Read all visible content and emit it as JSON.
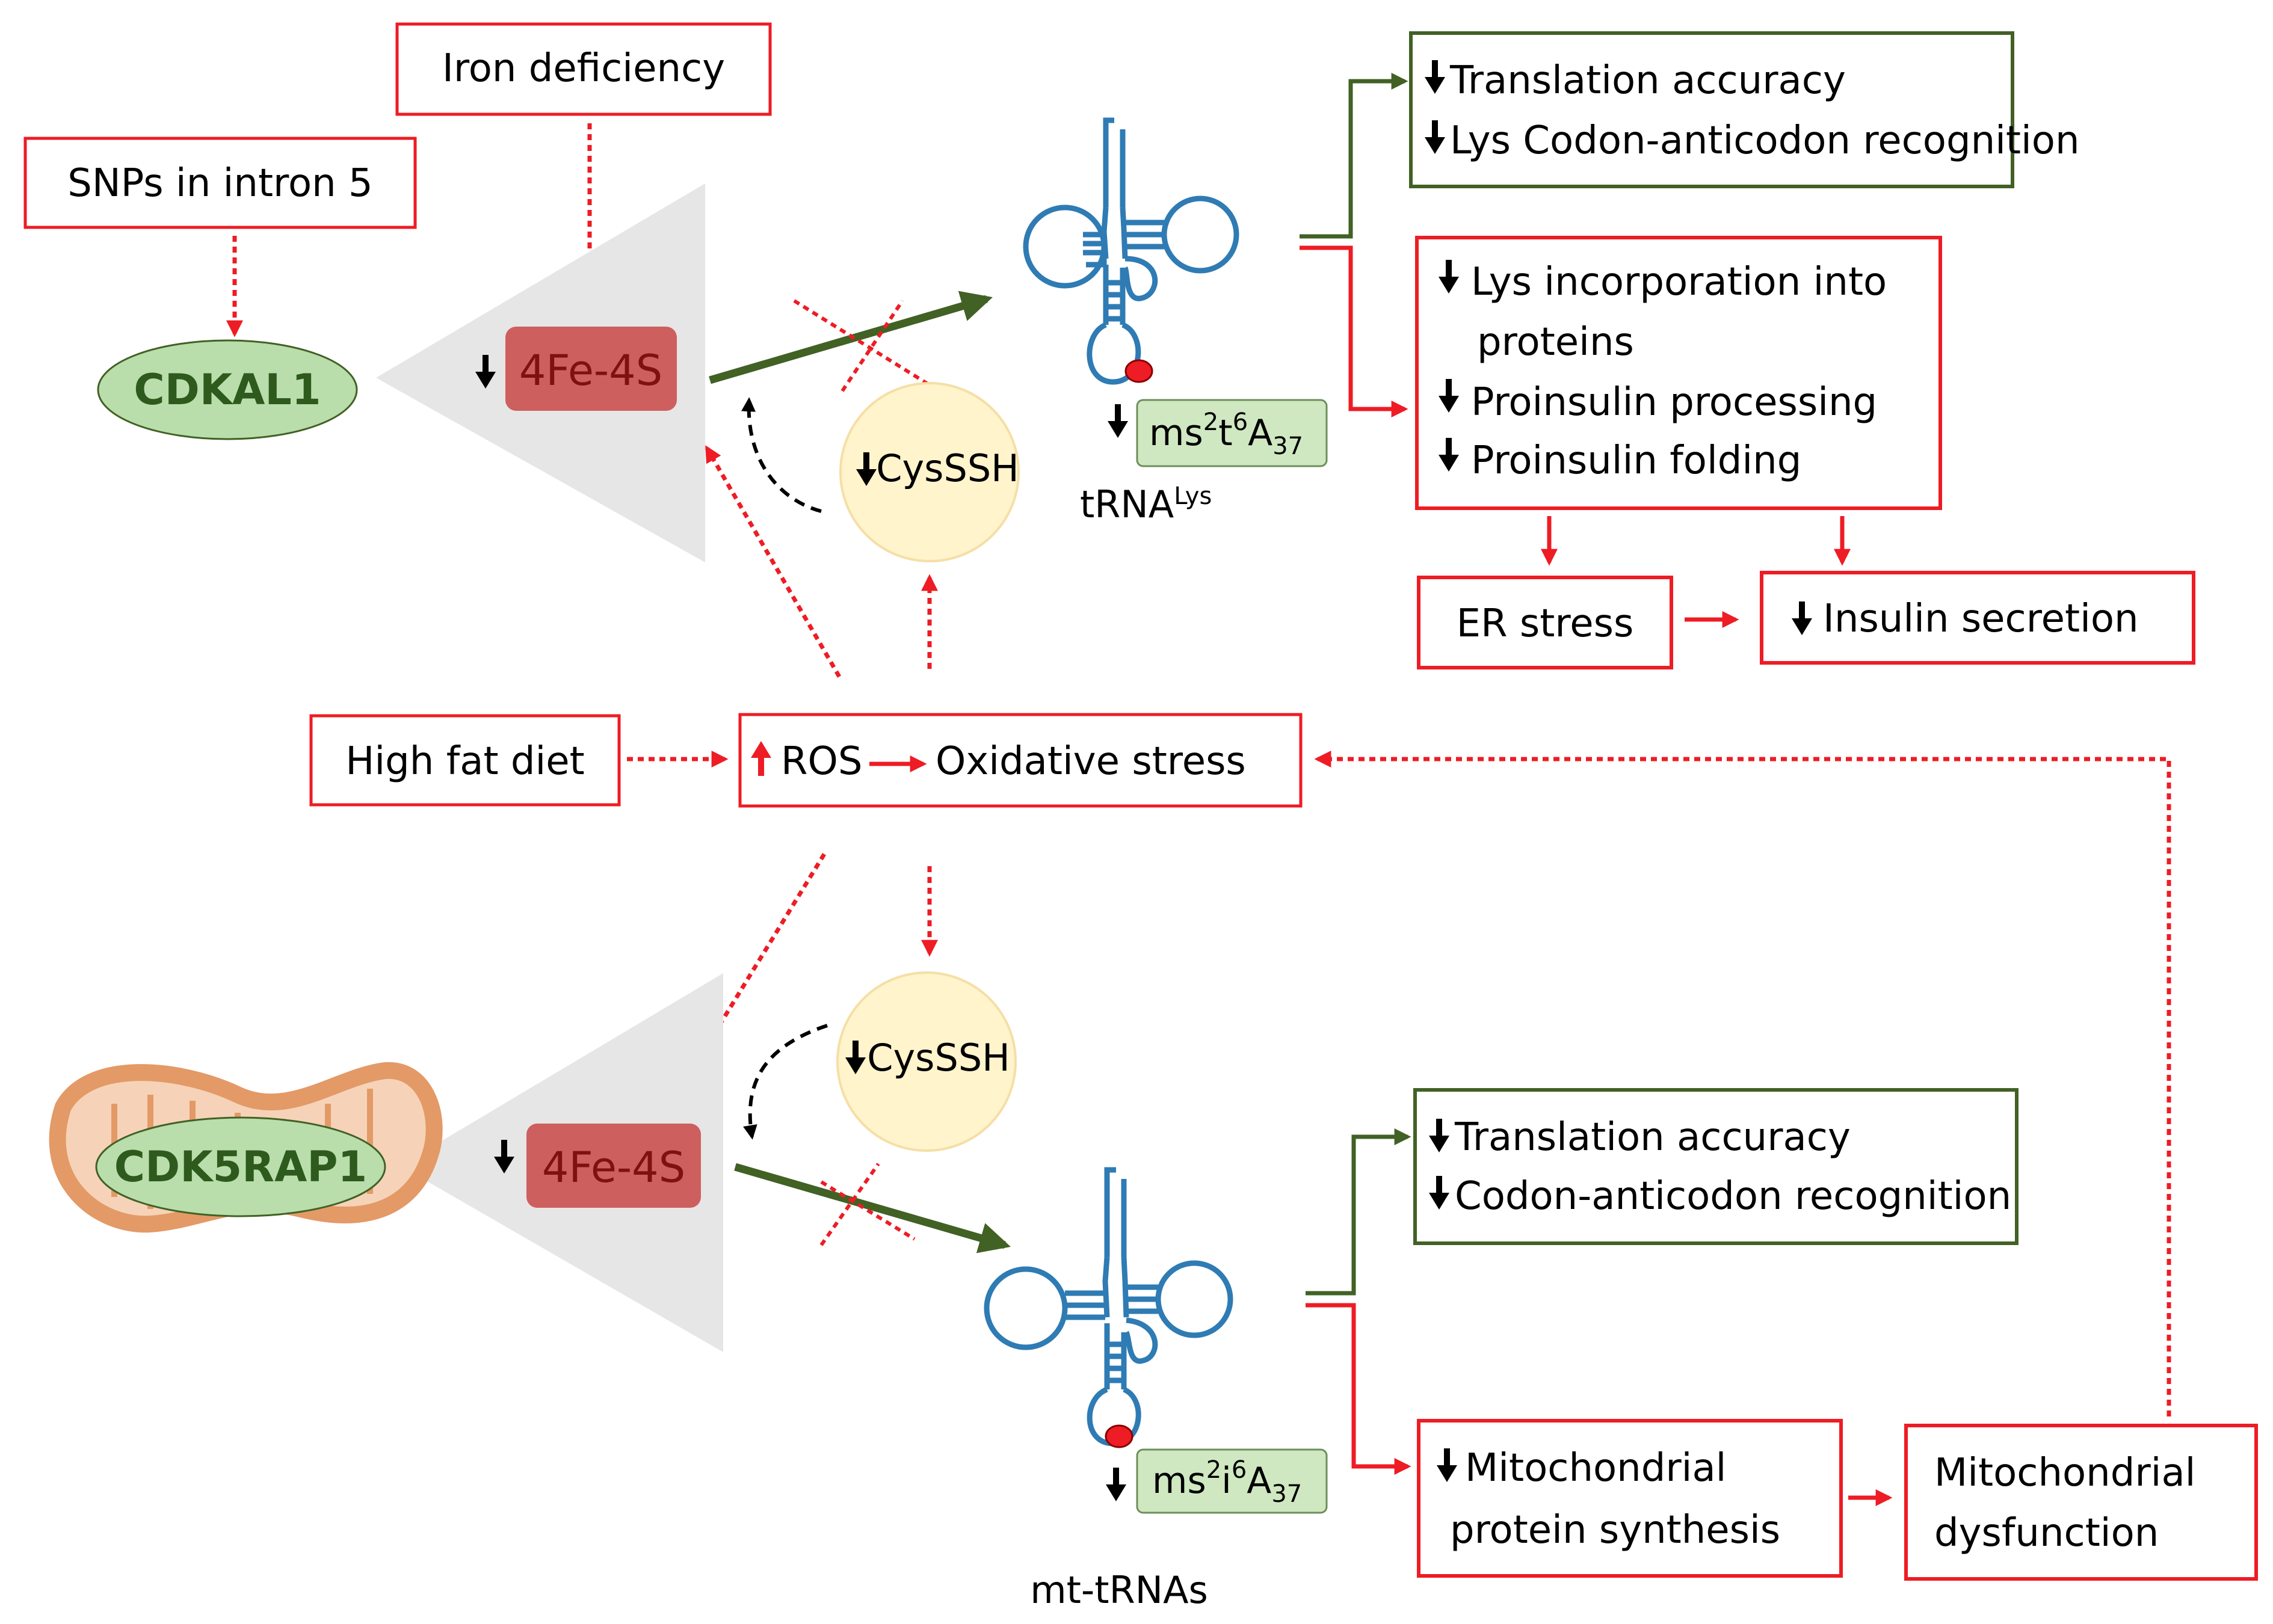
{
  "colors": {
    "red": "#ee1c24",
    "green": "#426125",
    "ellipse_fill": "#b9deac",
    "ellipse_text": "#2e5a1d",
    "cluster_fill": "#cd5f5e",
    "cluster_text": "#7e1210",
    "triangle": "#e6e6e6",
    "cys_fill": "#fff4cc",
    "cys_stroke": "#f5dfa6",
    "trna": "#2f7bb4",
    "mito": "#e39a67"
  },
  "inputs": {
    "iron": "Iron deficiency",
    "snps": "SNPs in intron 5",
    "diet": "High fat diet"
  },
  "genes": {
    "cdkal1": "CDKAL1",
    "cdk5rap1": "CDK5RAP1"
  },
  "cluster": {
    "label": "4Fe-4S"
  },
  "cysssh": {
    "label": "CysSSH"
  },
  "ros": {
    "ros_label": "ROS",
    "stress_label": "Oxidative stress"
  },
  "trna_top": {
    "mod_base": "ms",
    "mod_sup1": "2",
    "mod_mid": "t",
    "mod_sup2": "6",
    "mod_a": "A",
    "mod_sub": "37",
    "name": "tRNA",
    "name_sup": "Lys"
  },
  "trna_bottom": {
    "mod_base": "ms",
    "mod_sup1": "2",
    "mod_mid": "i",
    "mod_sup2": "6",
    "mod_a": "A",
    "mod_sub": "37",
    "name": "mt-tRNAs"
  },
  "effects_top": {
    "green_1": "Translation accuracy",
    "green_2": "Lys Codon-anticodon recognition",
    "red_1a": "Lys incorporation into",
    "red_1b": "proteins",
    "red_2": "Proinsulin processing",
    "red_3": "Proinsulin folding",
    "er_stress": "ER stress",
    "insulin": "Insulin secretion"
  },
  "effects_bottom": {
    "green_1": "Translation accuracy",
    "green_2": "Codon-anticodon recognition",
    "mito_synth_a": "Mitochondrial",
    "mito_synth_b": "protein synthesis",
    "mito_dys_a": "Mitochondrial",
    "mito_dys_b": "dysfunction"
  }
}
